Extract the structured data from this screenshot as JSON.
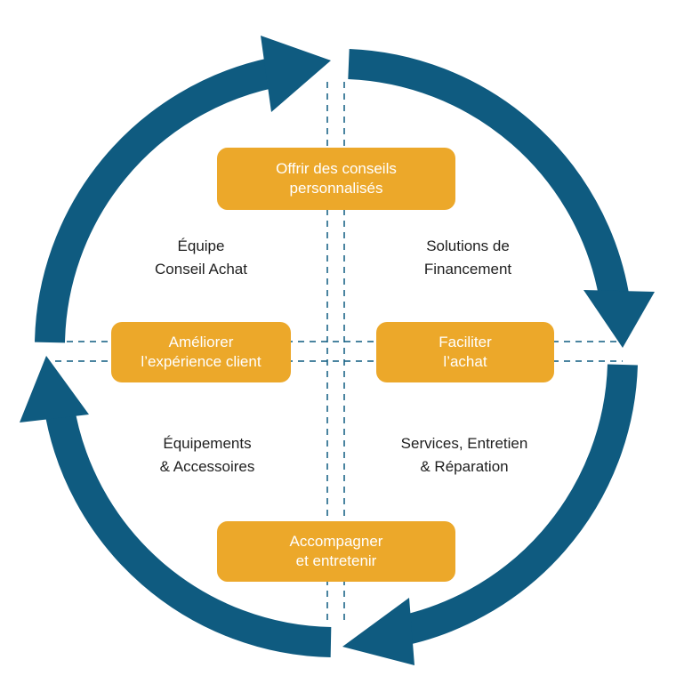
{
  "colors": {
    "arrow": "#0f5b80",
    "box": "#eca82a",
    "box_text": "#ffffff",
    "text": "#1f1f1f",
    "dash": "#0f5b80"
  },
  "steps": {
    "top": {
      "line1": "Offrir des conseils",
      "line2": "personnalisés"
    },
    "right": {
      "line1": "Faciliter",
      "line2": "l’achat"
    },
    "bottom": {
      "line1": "Accompagner",
      "line2": "et entretenir"
    },
    "left": {
      "line1": "Améliorer",
      "line2": "l’expérience client"
    }
  },
  "quadrants": {
    "top_left": {
      "line1": "Équipe",
      "line2": "Conseil Achat"
    },
    "top_right": {
      "line1": "Solutions de",
      "line2": "Financement"
    },
    "bottom_left": {
      "line1": "Équipements",
      "line2": "& Accessoires"
    },
    "bottom_right": {
      "line1": "Services, Entretien",
      "line2": "& Réparation"
    }
  },
  "icons": {
    "cycle": "circular-arrows"
  }
}
